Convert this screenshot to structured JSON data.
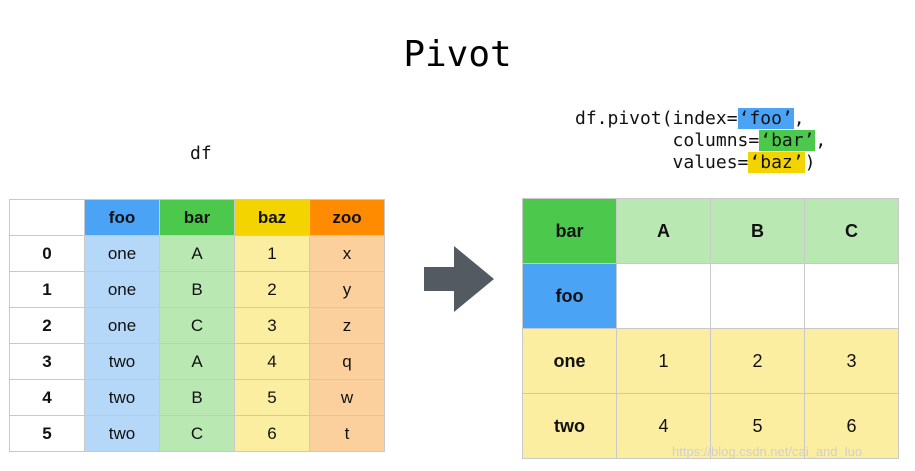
{
  "title": "Pivot",
  "left_label": "df",
  "code": {
    "line1_prefix": "df.pivot(index=",
    "index_value": "‘foo’",
    "line1_suffix": ",",
    "line2_prefix": "         columns=",
    "columns_value": "‘bar’",
    "line2_suffix": ",",
    "line3_prefix": "         values=",
    "values_value": "‘baz’",
    "line3_suffix": ")"
  },
  "df_table": {
    "headers": [
      "",
      "foo",
      "bar",
      "baz",
      "zoo"
    ],
    "rows": [
      [
        "0",
        "one",
        "A",
        "1",
        "x"
      ],
      [
        "1",
        "one",
        "B",
        "2",
        "y"
      ],
      [
        "2",
        "one",
        "C",
        "3",
        "z"
      ],
      [
        "3",
        "two",
        "A",
        "4",
        "q"
      ],
      [
        "4",
        "two",
        "B",
        "5",
        "w"
      ],
      [
        "5",
        "two",
        "C",
        "6",
        "t"
      ]
    ]
  },
  "pivot_table": {
    "corner_label": "bar",
    "columns": [
      "A",
      "B",
      "C"
    ],
    "index_label": "foo",
    "rows": [
      {
        "label": "one",
        "values": [
          "1",
          "2",
          "3"
        ]
      },
      {
        "label": "two",
        "values": [
          "4",
          "5",
          "6"
        ]
      }
    ]
  },
  "watermark": "https://blog.csdn.net/cai_and_luo",
  "colors": {
    "foo": "#4aa3f5",
    "bar": "#4cc94c",
    "baz": "#f3d400",
    "zoo": "#ff8c00",
    "arrow": "#545a61"
  }
}
